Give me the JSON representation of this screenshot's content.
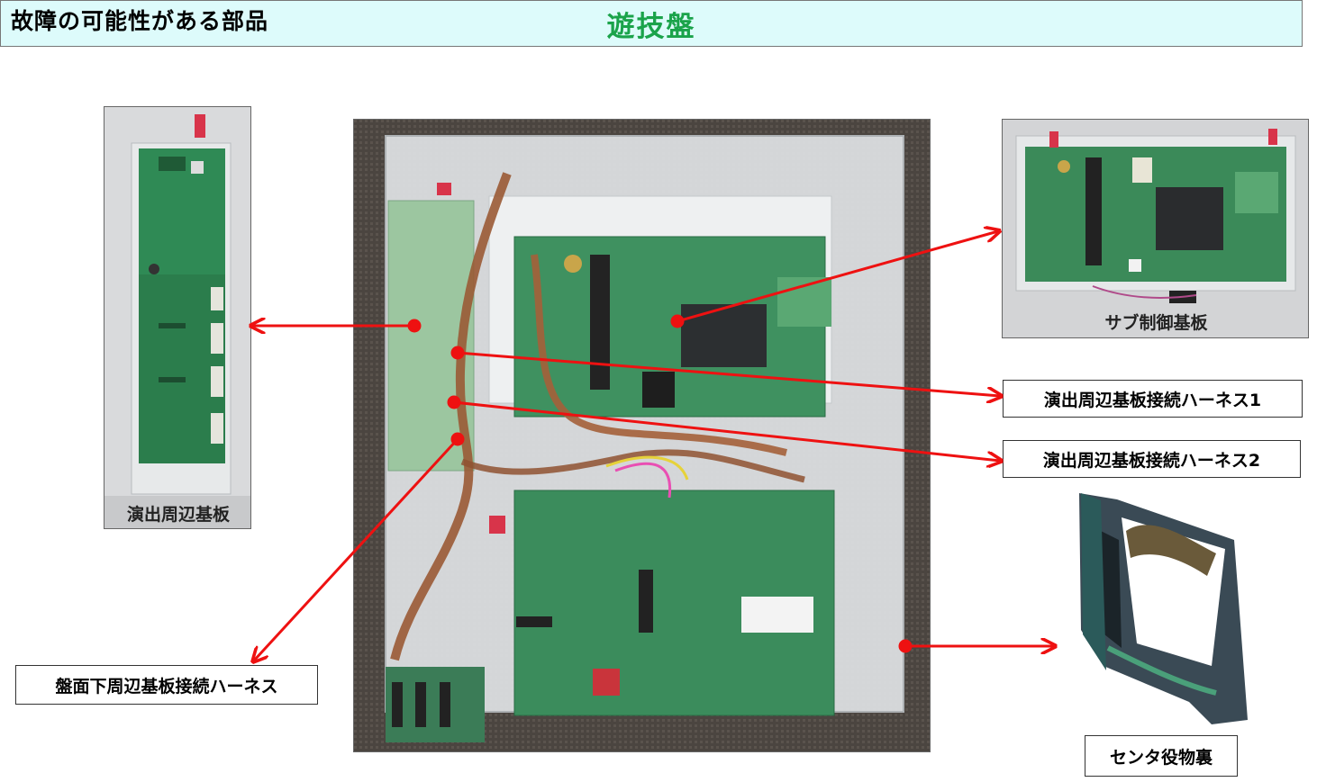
{
  "page_title": "故障の可能性がある部品",
  "section_banner": "遊技盤",
  "photos": {
    "main_board": "main-board-photo",
    "sub_left": "演出周辺基板",
    "sub_right": "サブ制御基板",
    "center_part": "センタ役物裏"
  },
  "labels": {
    "harness_1": "演出周辺基板接続ハーネス1",
    "harness_2": "演出周辺基板接続ハーネス2",
    "lower_harness": "盤面下周辺基板接続ハーネス",
    "effect_board": "演出周辺基板",
    "sub_control_board": "サブ制御基板",
    "center_yakumono_back": "センタ役物裏"
  },
  "colors": {
    "banner_bg": "#ddfbfb",
    "banner_text": "#1aa34a",
    "arrow": "#ee1111"
  }
}
